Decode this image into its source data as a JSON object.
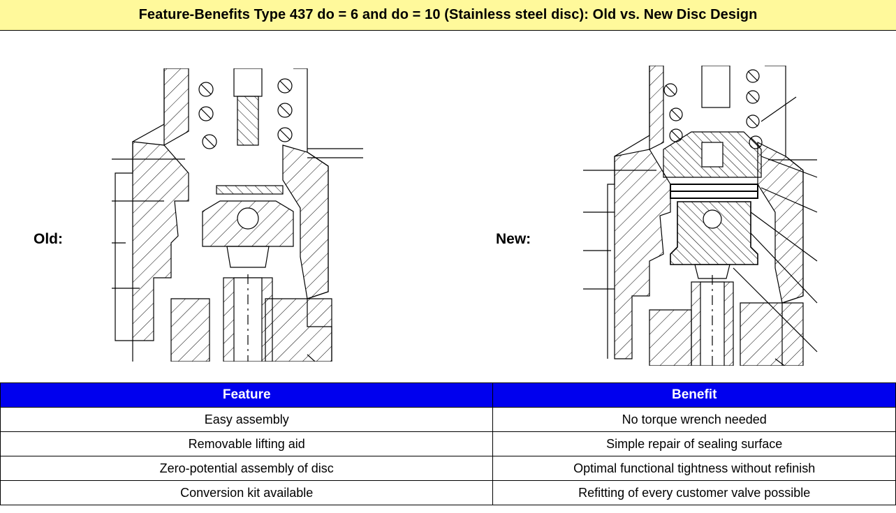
{
  "title": "Feature-Benefits Type 437 do = 6 and do = 10 (Stainless steel disc):  Old vs. New Disc Design",
  "drawings": {
    "old_label": "Old:",
    "new_label": "New:"
  },
  "table": {
    "headers": {
      "feature": "Feature",
      "benefit": "Benefit"
    },
    "rows": [
      {
        "feature": "Easy assembly",
        "benefit": "No torque wrench needed"
      },
      {
        "feature": "Removable lifting aid",
        "benefit": "Simple repair of sealing surface"
      },
      {
        "feature": "Zero-potential assembly of disc",
        "benefit": "Optimal functional tightness without refinish"
      },
      {
        "feature": "Conversion kit available",
        "benefit": "Refitting of every customer valve possible"
      }
    ]
  },
  "colors": {
    "title_background": "#fff99b",
    "header_background": "#0000ee",
    "header_text": "#ffffff"
  }
}
